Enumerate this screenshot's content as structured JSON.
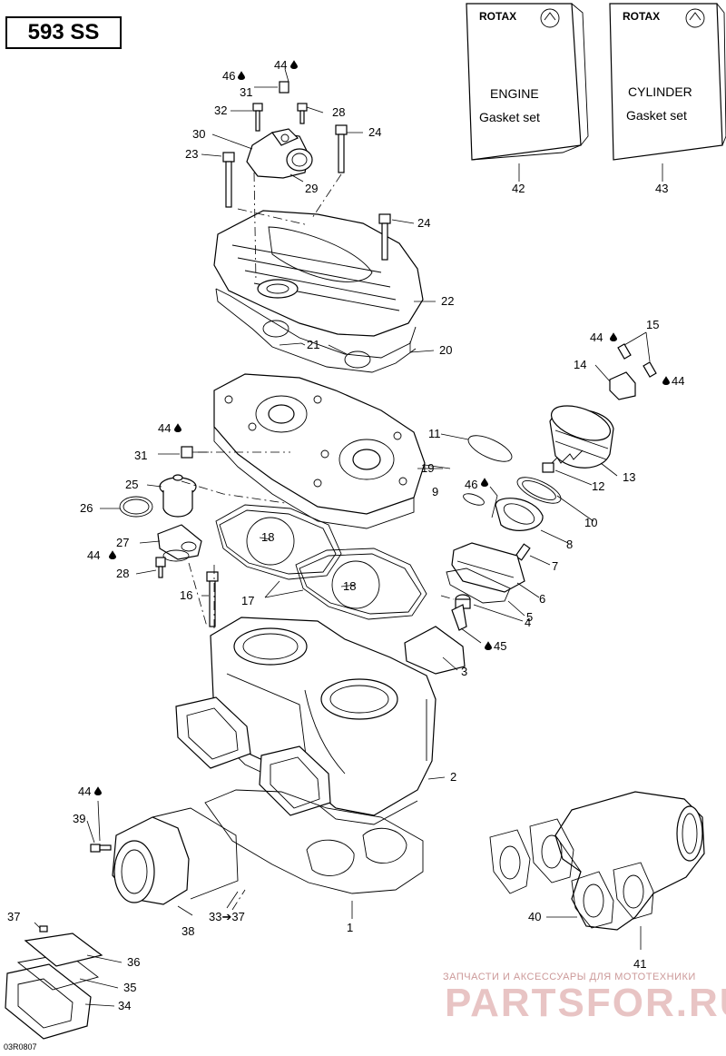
{
  "model": "593 SS",
  "diagram_code": "03R0807",
  "kits": [
    {
      "brand": "ROTAX",
      "line1": "ENGINE",
      "line2": "Gasket set",
      "ref": "42"
    },
    {
      "brand": "ROTAX",
      "line1": "CYLINDER",
      "line2": "Gasket set",
      "ref": "43"
    }
  ],
  "callouts": {
    "c1": "1",
    "c2": "2",
    "c3": "3",
    "c4": "4",
    "c5": "5",
    "c6": "6",
    "c7": "7",
    "c8": "8",
    "c9": "9",
    "c10": "10",
    "c11": "11",
    "c12": "12",
    "c13": "13",
    "c14": "14",
    "c15": "15",
    "c16": "16",
    "c17": "17",
    "c18a": "18",
    "c18b": "18",
    "c19": "19",
    "c20": "20",
    "c21": "21",
    "c22": "22",
    "c23": "23",
    "c24a": "24",
    "c24b": "24",
    "c25": "25",
    "c26": "26",
    "c27": "27",
    "c28a": "28",
    "c28b": "28",
    "c29": "29",
    "c30": "30",
    "c31a": "31",
    "c31b": "31",
    "c32": "32",
    "c34": "34",
    "c35": "35",
    "c36": "36",
    "c37": "37",
    "c3337": "33➔37",
    "c38": "38",
    "c39": "39",
    "c40": "40",
    "c41": "41",
    "c42": "42",
    "c43": "43",
    "s46a": "46",
    "s44a": "44",
    "s44b": "44",
    "s44c": "44",
    "s44d": "44",
    "s44e": "44",
    "s46b": "46",
    "s44f": "44",
    "s45": "45"
  },
  "watermark": {
    "tagline": "ЗАПЧАСТИ И АКСЕССУАРЫ ДЛЯ МОТОТЕХНИКИ",
    "site": "PARTSFOR.RU"
  }
}
